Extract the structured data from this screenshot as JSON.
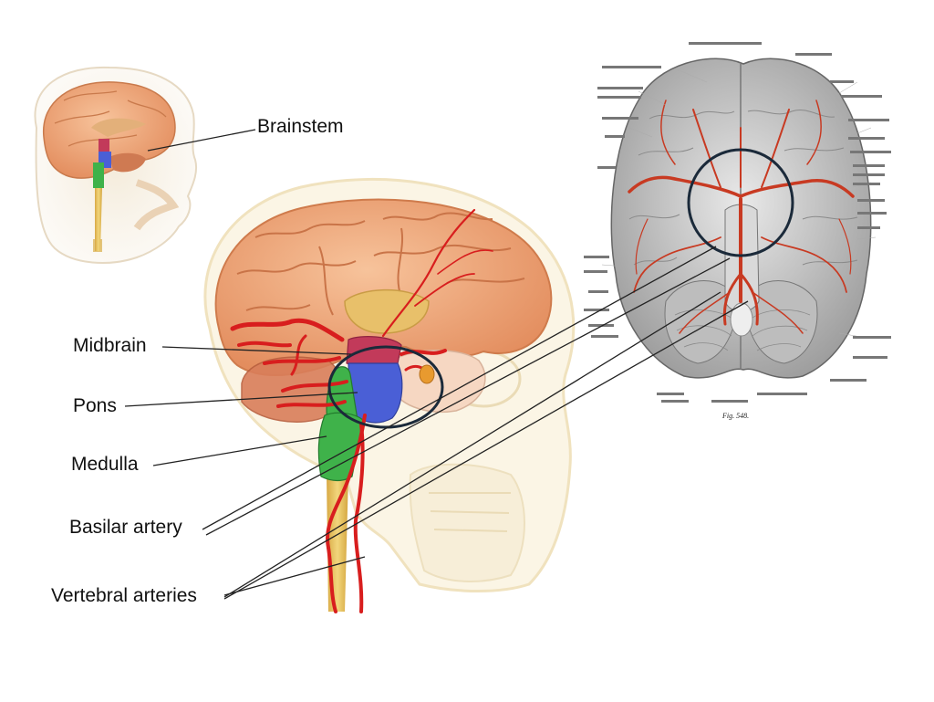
{
  "labels": {
    "brainstem": "Brainstem",
    "midbrain": "Midbrain",
    "pons": "Pons",
    "medulla": "Medulla",
    "basilar_artery": "Basilar artery",
    "vertebral_arteries": "Vertebral arteries"
  },
  "atlas": {
    "figure_caption": "Fig. 548."
  },
  "colors": {
    "artery": "#d81e1e",
    "midbrain": "#c23a5a",
    "pons": "#4a5fd6",
    "medulla": "#3fb24a",
    "cerebrum": "#f0a87a",
    "spinal_cord": "#e7c468",
    "circle": "#1b2a3a"
  }
}
